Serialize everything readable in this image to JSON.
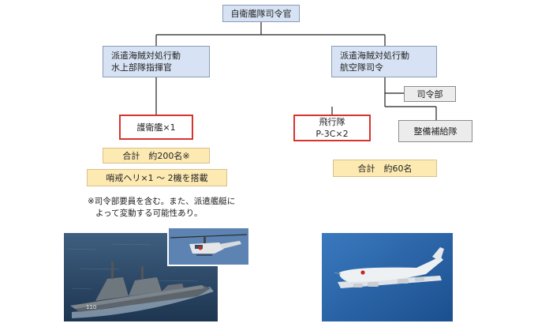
{
  "top": {
    "label": "自衛艦隊司令官"
  },
  "left": {
    "commander_line1": "派遣海賊対処行動",
    "commander_line2": "水上部隊指揮官",
    "unit": "護衛艦×1",
    "total": "合計　約200名※",
    "heli": "哨戒ヘリ×1 ～ 2機を搭載",
    "note_line1": "※司令部要員を含む。また、派遣艦艇に",
    "note_line2": "よって変動する可能性あり。"
  },
  "right": {
    "commander_line1": "派遣海賊対処行動",
    "commander_line2": "航空隊司令",
    "hq": "司令部",
    "unit_line1": "飛行隊",
    "unit_line2": "P-3C×2",
    "maint": "整備補給隊",
    "total": "合計　約60名"
  },
  "ship_marking": "110",
  "colors": {
    "command_box": "#d7e3f4",
    "unit_border": "#d9332e",
    "total_box": "#fdeab3",
    "sub_box": "#ececec",
    "line": "#222222"
  }
}
